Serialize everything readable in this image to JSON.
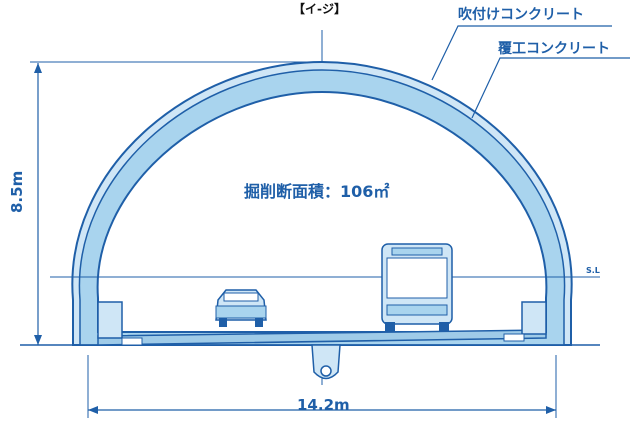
{
  "header": {
    "label": "【イ-ジ】"
  },
  "labels": {
    "shotcrete": "吹付けコンクリート",
    "lining": "覆工コンクリート",
    "excavation_area": "掘削断面積：106㎡",
    "height": "8.5m",
    "width": "14.2m",
    "spring_line": "S.L"
  },
  "colors": {
    "lining_fill": "#a9d4ee",
    "outline": "#1f5fa8",
    "text": "#1f5fa8"
  },
  "vehicles": [
    "car",
    "bus"
  ]
}
